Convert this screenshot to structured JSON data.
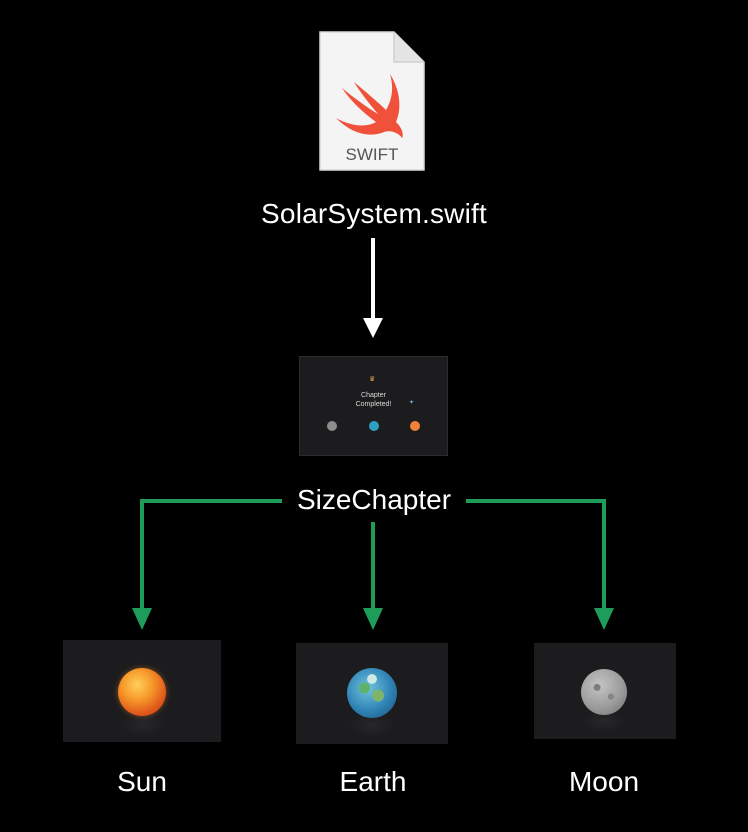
{
  "colors": {
    "background": "#000000",
    "arrow_primary": "#ffffff",
    "arrow_branch": "#1e9c5a",
    "card": "#1c1c1e",
    "swift_orange": "#f0513a"
  },
  "source_file": {
    "icon": "swift-file-icon",
    "badge_text": "SWIFT",
    "name": "SolarSystem.swift"
  },
  "chapter": {
    "name": "SizeChapter",
    "thumbnail": {
      "heading_line1": "Chapter",
      "heading_line2": "Completed!"
    }
  },
  "bodies": [
    {
      "name": "Sun",
      "icon": "sun-icon",
      "color": "#f07a1e"
    },
    {
      "name": "Earth",
      "icon": "earth-icon",
      "color": "#3f8fbf"
    },
    {
      "name": "Moon",
      "icon": "moon-icon",
      "color": "#9a9a9a"
    }
  ]
}
